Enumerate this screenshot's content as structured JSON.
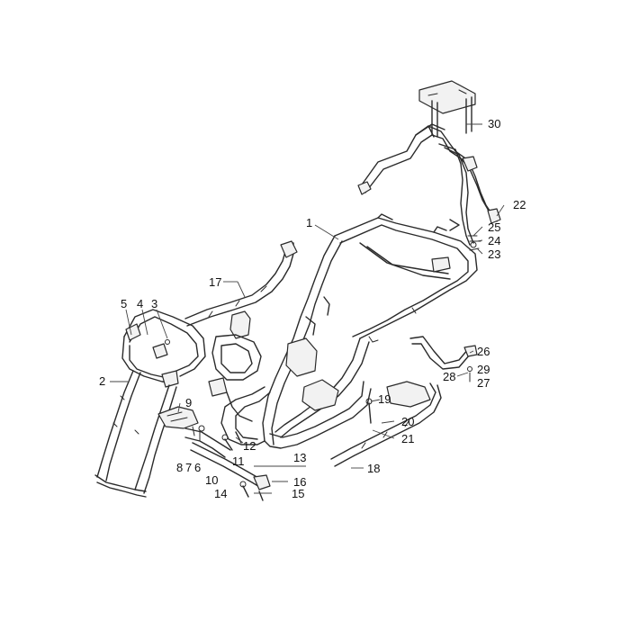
{
  "diagram": {
    "callouts": [
      {
        "id": "c1",
        "text": "1"
      },
      {
        "id": "c2",
        "text": "2"
      },
      {
        "id": "c3",
        "text": "3"
      },
      {
        "id": "c4",
        "text": "4"
      },
      {
        "id": "c5",
        "text": "5"
      },
      {
        "id": "c6",
        "text": "6"
      },
      {
        "id": "c7",
        "text": "7"
      },
      {
        "id": "c8",
        "text": "8"
      },
      {
        "id": "c9",
        "text": "9"
      },
      {
        "id": "c10",
        "text": "10"
      },
      {
        "id": "c11",
        "text": "11"
      },
      {
        "id": "c12",
        "text": "12"
      },
      {
        "id": "c13",
        "text": "13"
      },
      {
        "id": "c14",
        "text": "14"
      },
      {
        "id": "c15",
        "text": "15"
      },
      {
        "id": "c16",
        "text": "16"
      },
      {
        "id": "c17",
        "text": "17"
      },
      {
        "id": "c18",
        "text": "18"
      },
      {
        "id": "c19",
        "text": "19"
      },
      {
        "id": "c20",
        "text": "20"
      },
      {
        "id": "c21",
        "text": "21"
      },
      {
        "id": "c22",
        "text": "22"
      },
      {
        "id": "c23",
        "text": "23"
      },
      {
        "id": "c24",
        "text": "24"
      },
      {
        "id": "c25",
        "text": "25"
      },
      {
        "id": "c26",
        "text": "26"
      },
      {
        "id": "c27",
        "text": "27"
      },
      {
        "id": "c28",
        "text": "28"
      },
      {
        "id": "c29",
        "text": "29"
      },
      {
        "id": "c30",
        "text": "30"
      }
    ]
  }
}
